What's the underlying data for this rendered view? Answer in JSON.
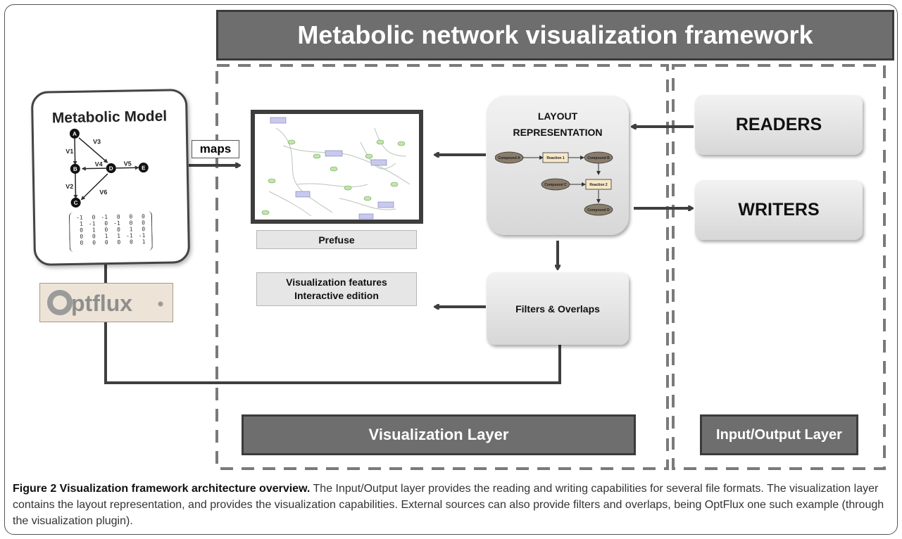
{
  "title": "Metabolic network visualization framework",
  "model": {
    "title": "Metabolic Model",
    "nodes": [
      "A",
      "B",
      "D",
      "E",
      "C"
    ],
    "edge_labels": [
      "V1",
      "V2",
      "V3",
      "V4",
      "V5",
      "V6"
    ],
    "matrix": [
      [
        "-1",
        "0",
        "-1",
        "0",
        "0",
        "0"
      ],
      [
        "1",
        "-1",
        "0",
        "-1",
        "0",
        "0"
      ],
      [
        "0",
        "1",
        "0",
        "0",
        "1",
        "0"
      ],
      [
        "0",
        "0",
        "1",
        "1",
        "-1",
        "-1"
      ],
      [
        "0",
        "0",
        "0",
        "0",
        "0",
        "1"
      ]
    ]
  },
  "optflux_logo": "Optflux",
  "maps_label": "maps",
  "layout_representation": {
    "title_line1": "LAYOUT",
    "title_line2": "REPRESENTATION",
    "nodes": [
      "Compound A",
      "Reaction 1",
      "Compound B",
      "Compound C",
      "Reaction 2",
      "Compound D"
    ]
  },
  "readers_label": "READERS",
  "writers_label": "WRITERS",
  "prefuse_label": "Prefuse",
  "features": {
    "line1": "Visualization features",
    "line2": "Interactive edition"
  },
  "filters_label": "Filters & Overlaps",
  "visualization_layer_label": "Visualization Layer",
  "io_layer_label": "Input/Output Layer",
  "caption": {
    "bold": "Figure 2 Visualization framework architecture overview.",
    "text": " The Input/Output layer provides the reading and writing capabilities for several file formats. The visualization layer contains the layout representation, and provides the visualization capabilities. External sources can also provide filters and overlaps, being OptFlux one such example (through the visualization plugin)."
  },
  "colors": {
    "banner": "#6e6e6e",
    "banner_border": "#3b3b3b",
    "dash": "#7a7a7a",
    "arrow": "#3f3f3f",
    "node_fill": "#8b7d6b",
    "reaction_fill": "#f7e8c8"
  }
}
